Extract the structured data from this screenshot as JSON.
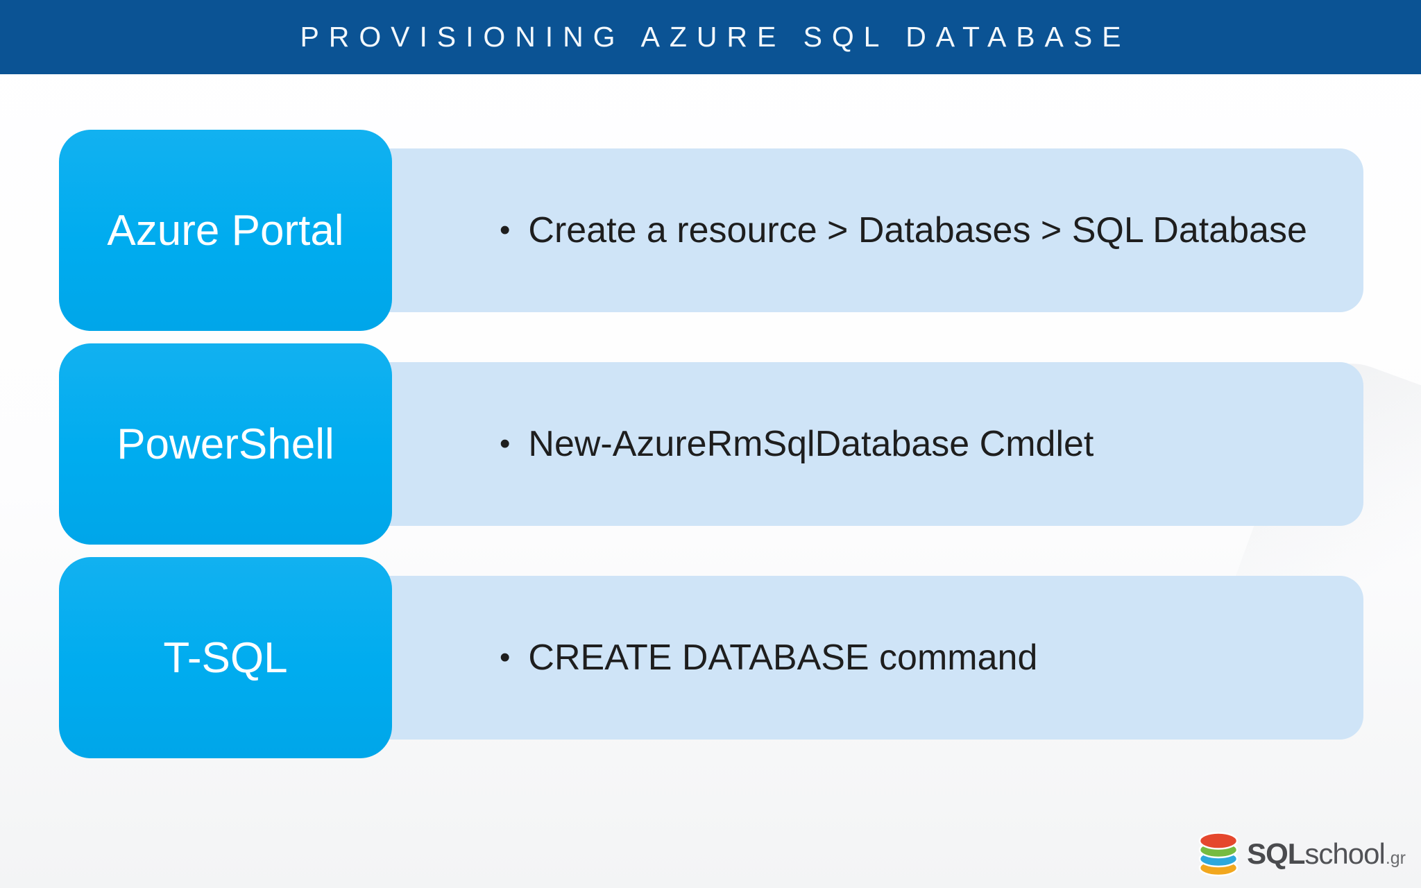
{
  "slide": {
    "title": "PROVISIONING AZURE SQL DATABASE"
  },
  "rows": [
    {
      "label": "Azure Portal",
      "bullet_char": "•",
      "text": "Create a resource > Databases > SQL Database"
    },
    {
      "label": "PowerShell",
      "bullet_char": "•",
      "text": "New-AzureRmSqlDatabase Cmdlet"
    },
    {
      "label": "T-SQL",
      "bullet_char": "•",
      "text": "CREATE DATABASE command"
    }
  ],
  "logo": {
    "icon": "database-icon",
    "brand_bold": "SQL",
    "brand_light": "school",
    "brand_tld": ".gr"
  },
  "colors": {
    "header_bg": "#0B5394",
    "accent_cyan": "#00ADEF",
    "band_blue": "#CFE4F7",
    "text_dark": "#1E1E1E",
    "title_text": "#F3F8FC",
    "logo_gray": "#4A4B4E",
    "disc_red": "#E5472D",
    "disc_green": "#76BB40",
    "disc_blue": "#2DA8DC",
    "disc_yellow": "#F2A71E"
  }
}
